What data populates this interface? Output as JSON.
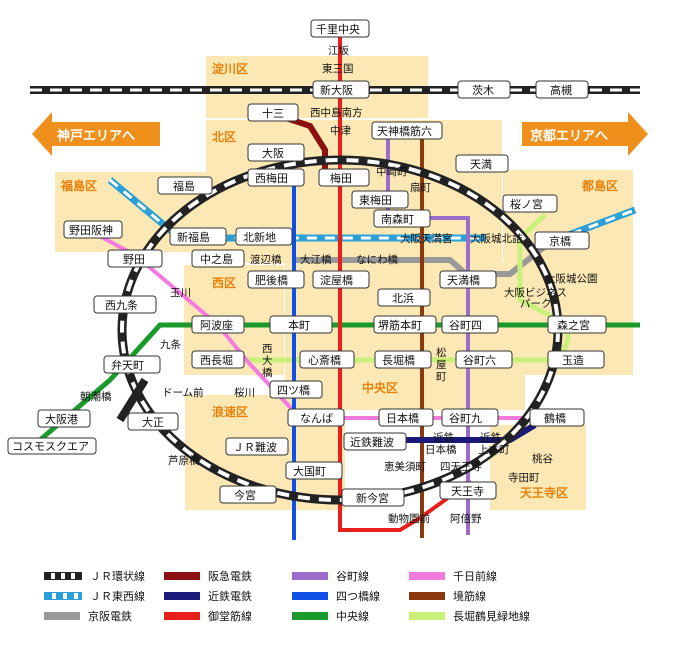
{
  "wards": {
    "yodogawa": "淀川区",
    "kita": "北区",
    "fukushima": "福島区",
    "miyakojima": "都島区",
    "nishi": "西区",
    "chuo": "中央区",
    "naniwa": "浪速区",
    "tennoji": "天王寺区"
  },
  "arrows": {
    "kobe": "神戸エリアへ",
    "kyoto": "京都エリアへ"
  },
  "stations": {
    "senri_chuo": "千里中央",
    "esaka": "江坂",
    "higashi_mikuni": "東三国",
    "shin_osaka": "新大阪",
    "ibaraki": "茨木",
    "takatsuki": "高槻",
    "juso": "十三",
    "nishinakajima": "西中島南方",
    "nakatsu": "中津",
    "tenjimbashi": "天神橋筋六",
    "osaka": "大阪",
    "tenma": "天満",
    "nishi_umeda": "西梅田",
    "umeda": "梅田",
    "nakazakicho": "中崎町",
    "ogimachi": "扇町",
    "fukushima_st": "福島",
    "higashi_umeda": "東梅田",
    "sakuranomiya": "桜ノ宮",
    "minami_morimachi": "南森町",
    "shin_fukushima": "新福島",
    "kitashinchi": "北新地",
    "osaka_tenmangu": "大阪天満宮",
    "osakajo_kitazume": "大阪城北詰",
    "kyobashi": "京橋",
    "noda_hanshin": "野田阪神",
    "watanabebashi": "渡辺橋",
    "oebashi": "大江橋",
    "naniwabashi": "なにわ橋",
    "noda": "野田",
    "nakanoshima": "中之島",
    "tenmabashi": "天満橋",
    "osakajo_koen": "大阪城公園",
    "higobashi": "肥後橋",
    "yodoyabashi": "淀屋橋",
    "osaka_business_park": "大阪ビジネス\nパーク",
    "tamagawa": "玉川",
    "kitahama": "北浜",
    "nishikujo": "西九条",
    "awaza": "阿波座",
    "hommachi": "本町",
    "sakaisuji_hommachi": "堺筋本町",
    "tanimachi4": "谷町四",
    "morinomiya": "森之宮",
    "kujo": "九条",
    "nishi_ohashi": "西大橋",
    "matsuyamachi": "松屋町",
    "bentencho": "弁天町",
    "nishinagahori": "西長堀",
    "shinsaibashi": "心斎橋",
    "nagahoribashi": "長堀橋",
    "tanimachi6": "谷町六",
    "tamatsukuri": "玉造",
    "dome_mae": "ドーム前",
    "sakuragawa": "桜川",
    "asashiobashi": "朝潮橋",
    "yotsubashi": "四ツ橋",
    "osakako": "大阪港",
    "taisho": "大正",
    "namba": "なんば",
    "nipponbashi": "日本橋",
    "tanimachi9": "谷町九",
    "tsuruhashi": "鶴橋",
    "cosmo_square": "コスモスクエア",
    "kintetsu_namba": "近鉄難波",
    "kintetsu_nipponbashi": "近鉄\n日本橋",
    "uehommachi": "近鉄\n上本町",
    "jr_namba": "ＪＲ難波",
    "ashiharabashi": "芦原橋",
    "momodani": "桃谷",
    "ebisucho": "恵美須町",
    "shitennoji": "四天王寺",
    "teradacho": "寺田町",
    "daikokucho": "大国町",
    "imamiya": "今宮",
    "shin_imamiya": "新今宮",
    "tennoji_st": "天王寺",
    "dobutsuen_mae": "動物園前",
    "abeno": "阿倍野"
  },
  "legend": [
    {
      "label": "ＪＲ環状線",
      "color": "#222222",
      "style": "jr-loop"
    },
    {
      "label": "ＪＲ東西線",
      "color": "#2a9fd8",
      "style": "jr-tozai"
    },
    {
      "label": "京阪電鉄",
      "color": "#999999",
      "style": "solid"
    },
    {
      "label": "阪急電鉄",
      "color": "#8b1010",
      "style": "solid"
    },
    {
      "label": "近鉄電鉄",
      "color": "#1c1a78",
      "style": "solid"
    },
    {
      "label": "御堂筋線",
      "color": "#e8201b",
      "style": "solid"
    },
    {
      "label": "谷町線",
      "color": "#9b6cc8",
      "style": "solid"
    },
    {
      "label": "四つ橋線",
      "color": "#1150e6",
      "style": "solid"
    },
    {
      "label": "中央線",
      "color": "#1a9a2a",
      "style": "solid"
    },
    {
      "label": "千日前線",
      "color": "#f47ae0",
      "style": "solid"
    },
    {
      "label": "境筋線",
      "color": "#8b3a10",
      "style": "solid"
    },
    {
      "label": "長堀鶴見緑地線",
      "color": "#c9f07a",
      "style": "solid"
    }
  ]
}
